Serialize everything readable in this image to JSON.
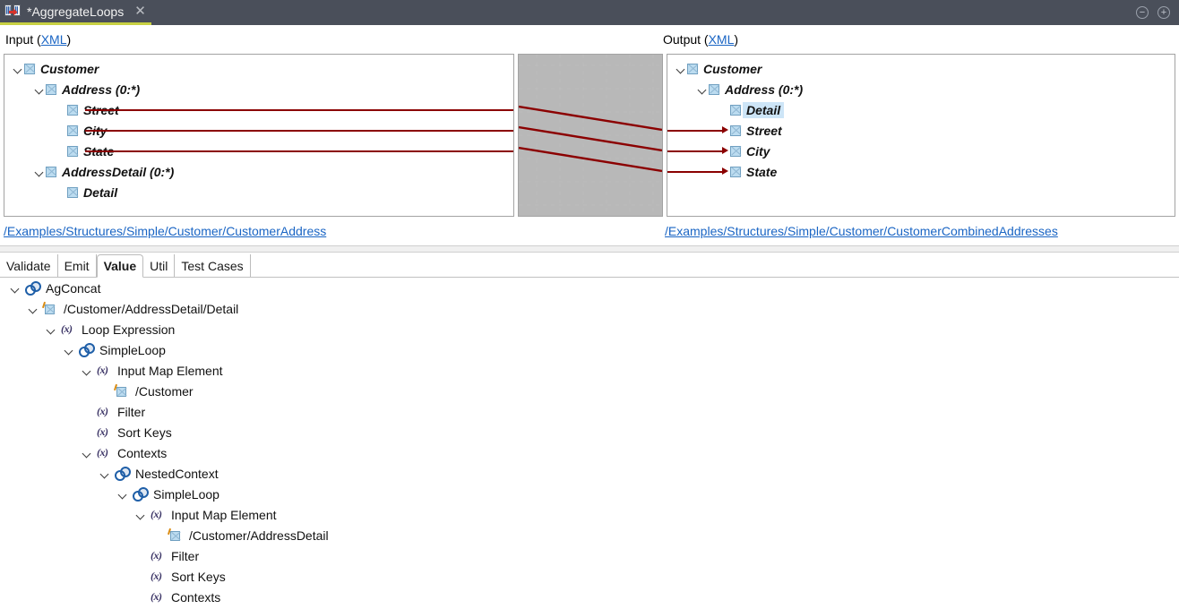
{
  "window": {
    "tab_title": "*AggregateLoops",
    "tab_icon": "map-transform-icon",
    "close_label": "✕",
    "minimize_label": "−",
    "maximize_label": "+",
    "accent_color": "#c8d142",
    "titlebar_color": "#4a4f5a"
  },
  "editor": {
    "input_label": "Input (",
    "input_link": "XML",
    "input_label_end": ")",
    "output_label": "Output (",
    "output_link": "XML",
    "output_label_end": ")",
    "input_path": "/Examples/Structures/Simple/Customer/CustomerAddress",
    "output_path": "/Examples/Structures/Simple/Customer/CustomerCombinedAddresses",
    "link_color": "#1a65c4",
    "mapping_line_color": "#8b0000"
  },
  "input_tree": [
    {
      "label": "Customer",
      "depth": 0,
      "twisty": "open",
      "icon": "element-icon",
      "selected": false,
      "link": false
    },
    {
      "label": "Address (0:*)",
      "depth": 1,
      "twisty": "open",
      "icon": "element-icon",
      "selected": false,
      "link": false
    },
    {
      "label": "Street",
      "depth": 2,
      "twisty": "none",
      "icon": "element-icon",
      "selected": false,
      "link": true
    },
    {
      "label": "City",
      "depth": 2,
      "twisty": "none",
      "icon": "element-icon",
      "selected": false,
      "link": true
    },
    {
      "label": "State",
      "depth": 2,
      "twisty": "none",
      "icon": "element-icon",
      "selected": false,
      "link": true
    },
    {
      "label": "AddressDetail (0:*)",
      "depth": 1,
      "twisty": "open",
      "icon": "element-icon",
      "selected": false,
      "link": false
    },
    {
      "label": "Detail",
      "depth": 2,
      "twisty": "none",
      "icon": "element-icon",
      "selected": false,
      "link": false
    }
  ],
  "output_tree": [
    {
      "label": "Customer",
      "depth": 0,
      "twisty": "open",
      "icon": "element-icon",
      "selected": false,
      "link": false
    },
    {
      "label": "Address (0:*)",
      "depth": 1,
      "twisty": "open",
      "icon": "element-icon",
      "selected": false,
      "link": false
    },
    {
      "label": "Detail",
      "depth": 2,
      "twisty": "none",
      "icon": "element-icon",
      "selected": true,
      "link": false
    },
    {
      "label": "Street",
      "depth": 2,
      "twisty": "none",
      "icon": "element-icon",
      "selected": false,
      "link": true
    },
    {
      "label": "City",
      "depth": 2,
      "twisty": "none",
      "icon": "element-icon",
      "selected": false,
      "link": true
    },
    {
      "label": "State",
      "depth": 2,
      "twisty": "none",
      "icon": "element-icon",
      "selected": false,
      "link": true
    }
  ],
  "view_tabs": [
    {
      "label": "Validate",
      "active": false
    },
    {
      "label": "Emit",
      "active": false
    },
    {
      "label": "Value",
      "active": true
    },
    {
      "label": "Util",
      "active": false
    },
    {
      "label": "Test Cases",
      "active": false
    }
  ],
  "expression_tree": [
    {
      "label": "AgConcat",
      "depth": 0,
      "twisty": "open",
      "icon": "chain-icon"
    },
    {
      "label": "/Customer/AddressDetail/Detail",
      "depth": 1,
      "twisty": "open",
      "icon": "map-element-icon"
    },
    {
      "label": "Loop Expression",
      "depth": 2,
      "twisty": "open",
      "icon": "expression-icon"
    },
    {
      "label": "SimpleLoop",
      "depth": 3,
      "twisty": "open",
      "icon": "chain-icon"
    },
    {
      "label": "Input Map Element",
      "depth": 4,
      "twisty": "open",
      "icon": "expression-icon"
    },
    {
      "label": "/Customer",
      "depth": 5,
      "twisty": "none",
      "icon": "map-element-icon"
    },
    {
      "label": "Filter",
      "depth": 4,
      "twisty": "none",
      "icon": "expression-icon"
    },
    {
      "label": "Sort Keys",
      "depth": 4,
      "twisty": "none",
      "icon": "expression-icon"
    },
    {
      "label": "Contexts",
      "depth": 4,
      "twisty": "open",
      "icon": "expression-icon"
    },
    {
      "label": "NestedContext",
      "depth": 5,
      "twisty": "open",
      "icon": "chain-icon"
    },
    {
      "label": "SimpleLoop",
      "depth": 6,
      "twisty": "open",
      "icon": "chain-icon"
    },
    {
      "label": "Input Map Element",
      "depth": 7,
      "twisty": "open",
      "icon": "expression-icon"
    },
    {
      "label": "/Customer/AddressDetail",
      "depth": 8,
      "twisty": "none",
      "icon": "map-element-icon"
    },
    {
      "label": "Filter",
      "depth": 7,
      "twisty": "none",
      "icon": "expression-icon"
    },
    {
      "label": "Sort Keys",
      "depth": 7,
      "twisty": "none",
      "icon": "expression-icon"
    },
    {
      "label": "Contexts",
      "depth": 7,
      "twisty": "none",
      "icon": "expression-icon"
    }
  ],
  "mappings": [
    {
      "from": "Street",
      "to": "Street"
    },
    {
      "from": "City",
      "to": "City"
    },
    {
      "from": "State",
      "to": "State"
    }
  ]
}
